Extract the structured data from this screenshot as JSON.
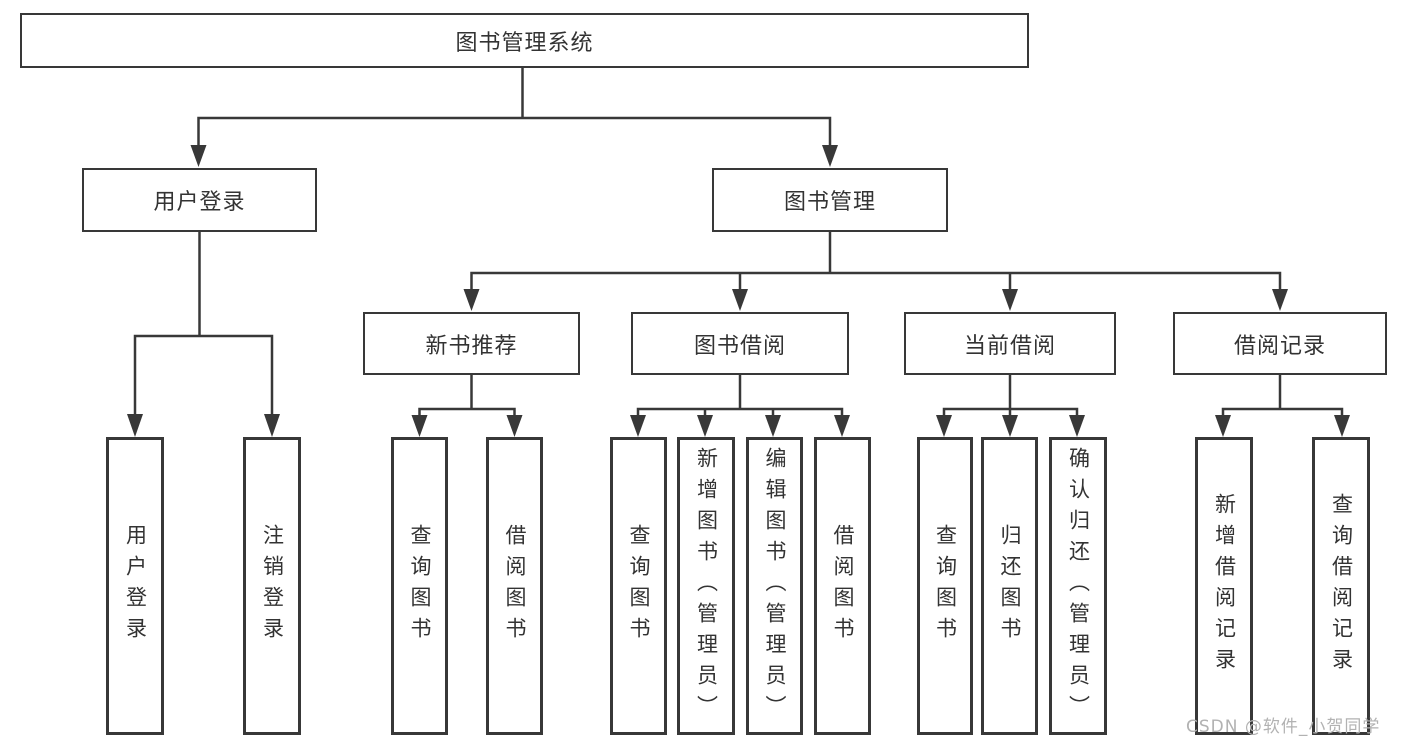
{
  "colors": {
    "line": "#383838",
    "text": "#333333",
    "watermark": "#b2b2b2",
    "background": "#ffffff"
  },
  "tree": {
    "label": "图书管理系统",
    "children": [
      {
        "label": "用户登录",
        "children": [
          {
            "label": "用户登录"
          },
          {
            "label": "注销登录"
          }
        ]
      },
      {
        "label": "图书管理",
        "children": [
          {
            "label": "新书推荐",
            "children": [
              {
                "label": "查询图书"
              },
              {
                "label": "借阅图书"
              }
            ]
          },
          {
            "label": "图书借阅",
            "children": [
              {
                "label": "查询图书"
              },
              {
                "label": "新增图书（管理员）"
              },
              {
                "label": "编辑图书（管理员）"
              },
              {
                "label": "借阅图书"
              }
            ]
          },
          {
            "label": "当前借阅",
            "children": [
              {
                "label": "查询图书"
              },
              {
                "label": "归还图书"
              },
              {
                "label": "确认归还（管理员）"
              }
            ]
          },
          {
            "label": "借阅记录",
            "children": [
              {
                "label": "新增借阅记录"
              },
              {
                "label": "查询借阅记录"
              }
            ]
          }
        ]
      }
    ]
  },
  "watermark": {
    "text": "CSDN @软件_小贺同学"
  }
}
